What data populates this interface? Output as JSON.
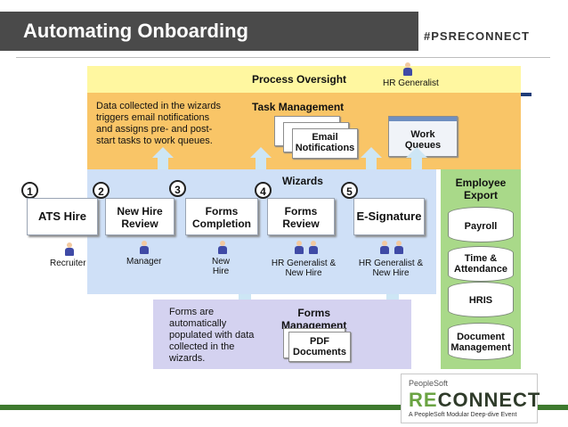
{
  "header": {
    "title": "Automating Onboarding",
    "hashtag": "#PSRECONNECT"
  },
  "oversight": {
    "title": "Process Oversight",
    "role": "HR Generalist"
  },
  "task_management": {
    "title": "Task Management",
    "description": "Data collected in the wizards triggers email notifications and assigns pre- and post-start tasks to work queues.",
    "desc_lines": [
      "Data collected in the wizards",
      "triggers email notifications",
      "and assigns pre- and post-",
      "start tasks to work queues."
    ],
    "email": [
      "Email",
      "Notifications"
    ],
    "queues": [
      "Work",
      "Queues"
    ]
  },
  "wizards": {
    "title": "Wizards",
    "steps": [
      {
        "number": "1",
        "label": [
          "ATS Hire"
        ],
        "role": [
          "Recruiter"
        ]
      },
      {
        "number": "2",
        "label": [
          "New Hire",
          "Review"
        ],
        "role": [
          "Manager"
        ]
      },
      {
        "number": "3",
        "label": [
          "Forms",
          "Completion"
        ],
        "role": [
          "New",
          "Hire"
        ]
      },
      {
        "number": "4",
        "label": [
          "Forms",
          "Review"
        ],
        "role": [
          "HR Generalist &",
          "New Hire"
        ]
      },
      {
        "number": "5",
        "label": [
          "E-Signature"
        ],
        "role": [
          "HR Generalist &",
          "New Hire"
        ]
      }
    ]
  },
  "export": {
    "title": [
      "Employee",
      "Export"
    ],
    "items": [
      [
        "Payroll"
      ],
      [
        "Time &",
        "Attendance"
      ],
      [
        "HRIS"
      ],
      [
        "Document",
        "Management"
      ]
    ]
  },
  "forms_management": {
    "title": [
      "Forms",
      "Management"
    ],
    "desc_lines": [
      "Forms are",
      "automatically",
      "populated with data",
      "collected in the",
      "wizards."
    ],
    "pdf": [
      "PDF",
      "Documents"
    ]
  },
  "logo": {
    "top": "PeopleSoft",
    "main_a": "RE",
    "main_b": "CONNECT",
    "tagline": "A PeopleSoft Modular Deep-dive Event"
  },
  "colors": {
    "header_bg": "#4a4a4a",
    "oversight": "#fff7a0",
    "task": "#f9c567",
    "wizards": "#cfe0f7",
    "forms": "#d4d2f0",
    "export": "#a9d989",
    "brand_green": "#3e7a2e"
  }
}
